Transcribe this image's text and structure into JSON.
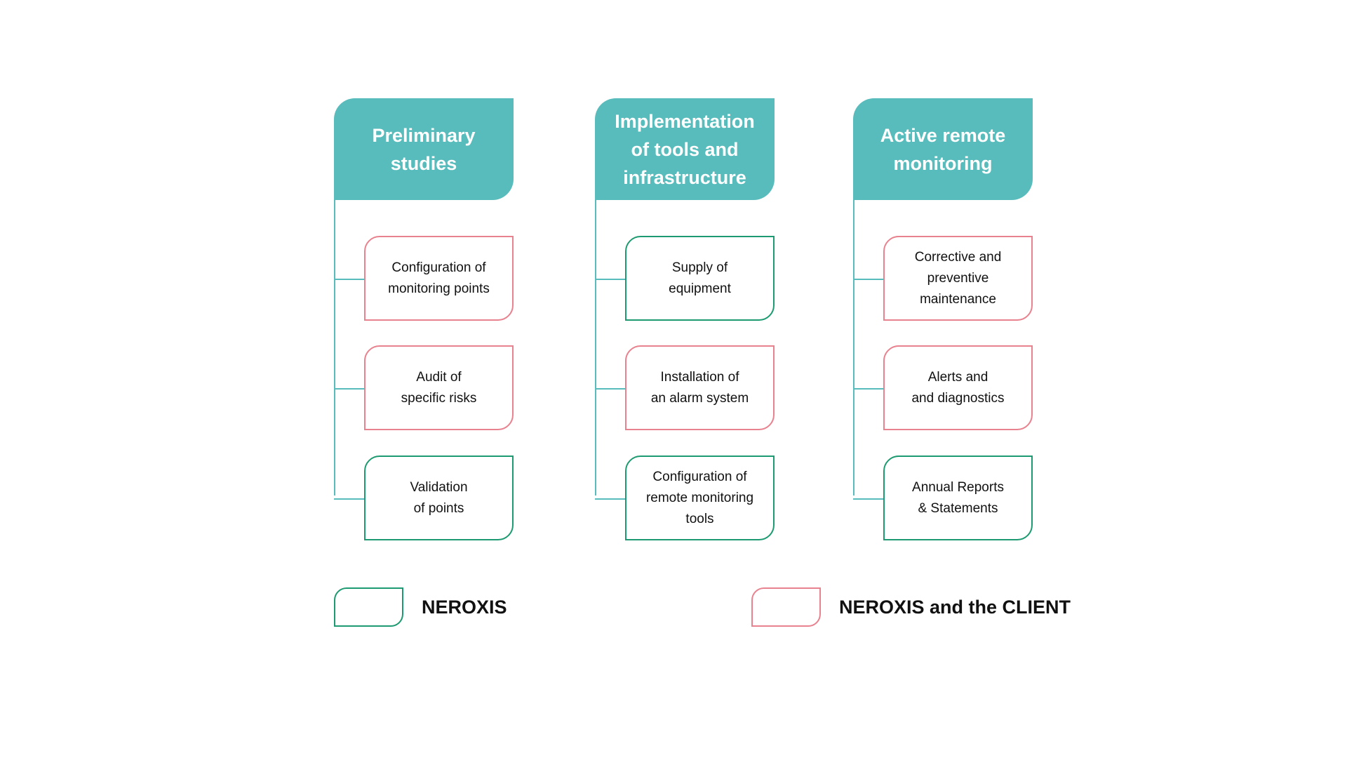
{
  "colors": {
    "header_fill": "#57bcbb",
    "neroxis_border": "#1e9a72",
    "client_border": "#e8828f",
    "line": "#57bcbb"
  },
  "columns": [
    {
      "title_lines": [
        "Preliminary",
        "studies"
      ],
      "items": [
        {
          "text": "Configuration of\nmonitoring points",
          "owner": "client"
        },
        {
          "text": "Audit of\nspecific risks",
          "owner": "client"
        },
        {
          "text": "Validation\nof points",
          "owner": "neroxis"
        }
      ]
    },
    {
      "title_lines": [
        "Implementation",
        "of tools and",
        "infrastructure"
      ],
      "items": [
        {
          "text": "Supply of\nequipment",
          "owner": "neroxis"
        },
        {
          "text": "Installation of\nan alarm system",
          "owner": "client"
        },
        {
          "text": "Configuration of\nremote monitoring\ntools",
          "owner": "neroxis"
        }
      ]
    },
    {
      "title_lines": [
        "Active remote",
        "monitoring"
      ],
      "items": [
        {
          "text": "Corrective and\npreventive\nmaintenance",
          "owner": "client"
        },
        {
          "text": "Alerts and\nand diagnostics",
          "owner": "client"
        },
        {
          "text": "Annual Reports\n& Statements",
          "owner": "neroxis"
        }
      ]
    }
  ],
  "legend": [
    {
      "label": "NEROXIS",
      "owner": "neroxis"
    },
    {
      "label": "NEROXIS and the CLIENT",
      "owner": "client"
    }
  ]
}
